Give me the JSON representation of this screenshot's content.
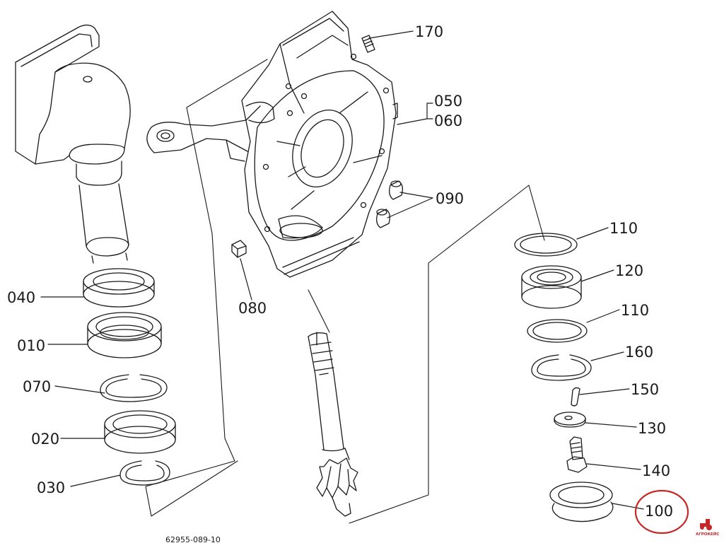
{
  "diagram": {
    "drawing_number": "62955-089-10",
    "highlighted_label": "100",
    "highlight_color": "#c62828",
    "line_color": "#1a1a1a",
    "labels": {
      "l170": "170",
      "l050": "050",
      "l060": "060",
      "l090": "090",
      "l080": "080",
      "l040": "040",
      "l010": "010",
      "l070": "070",
      "l020": "020",
      "l030": "030",
      "l110a": "110",
      "l120": "120",
      "l110b": "110",
      "l160": "160",
      "l150": "150",
      "l130": "130",
      "l140": "140",
      "l100": "100"
    },
    "logo": {
      "text": "АГРОКЕЙС",
      "icon": "tractor-icon"
    }
  }
}
